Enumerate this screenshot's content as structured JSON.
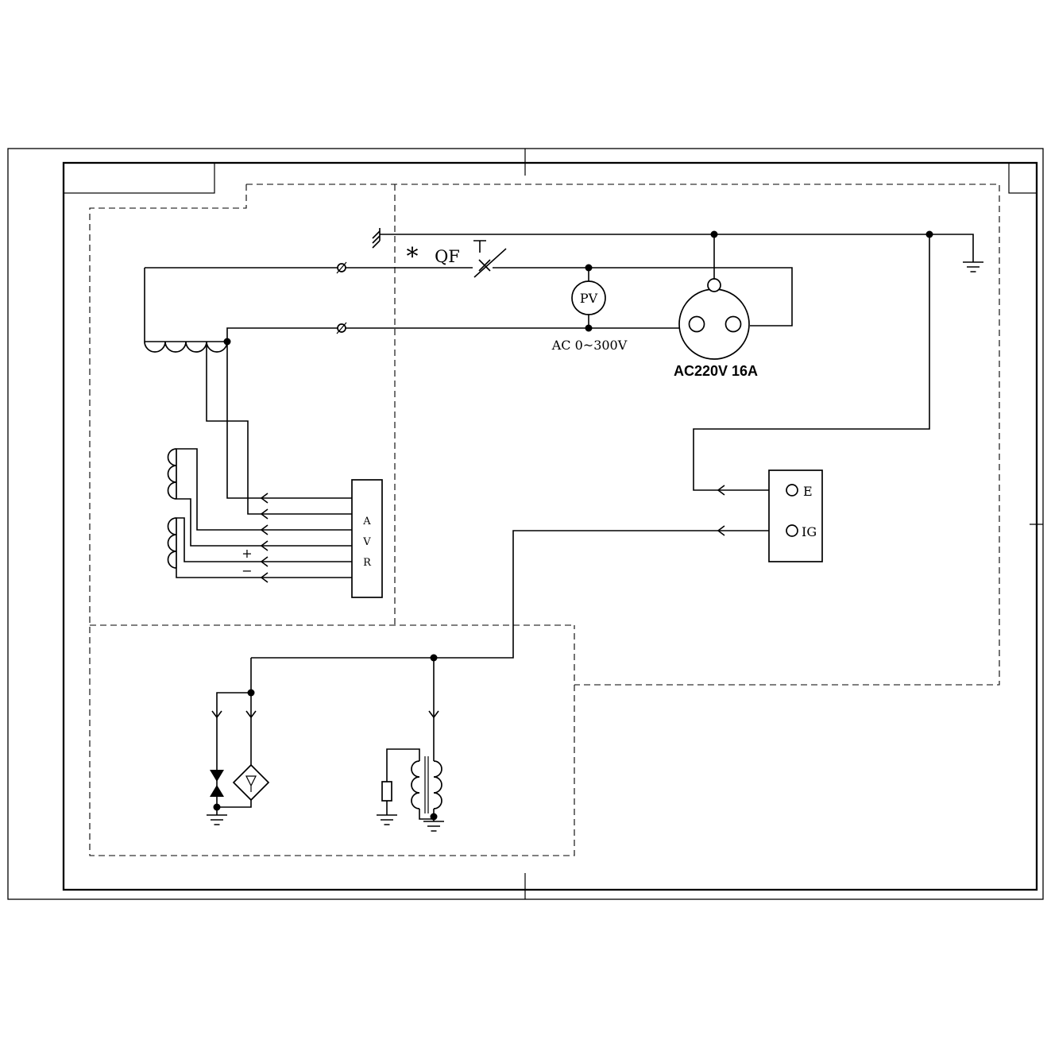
{
  "page": {
    "background": "#ffffff",
    "line_color": "#000000"
  },
  "labels": {
    "asterisk": "*",
    "breaker": "QF",
    "voltmeter": "PV",
    "voltmeter_range": "AC 0~300V",
    "socket_rating": "AC220V 16A",
    "avr_letters": [
      "A",
      "V",
      "R"
    ],
    "terminal_e": "E",
    "terminal_ig": "IG",
    "polarity_plus": "+",
    "polarity_minus": "−"
  }
}
